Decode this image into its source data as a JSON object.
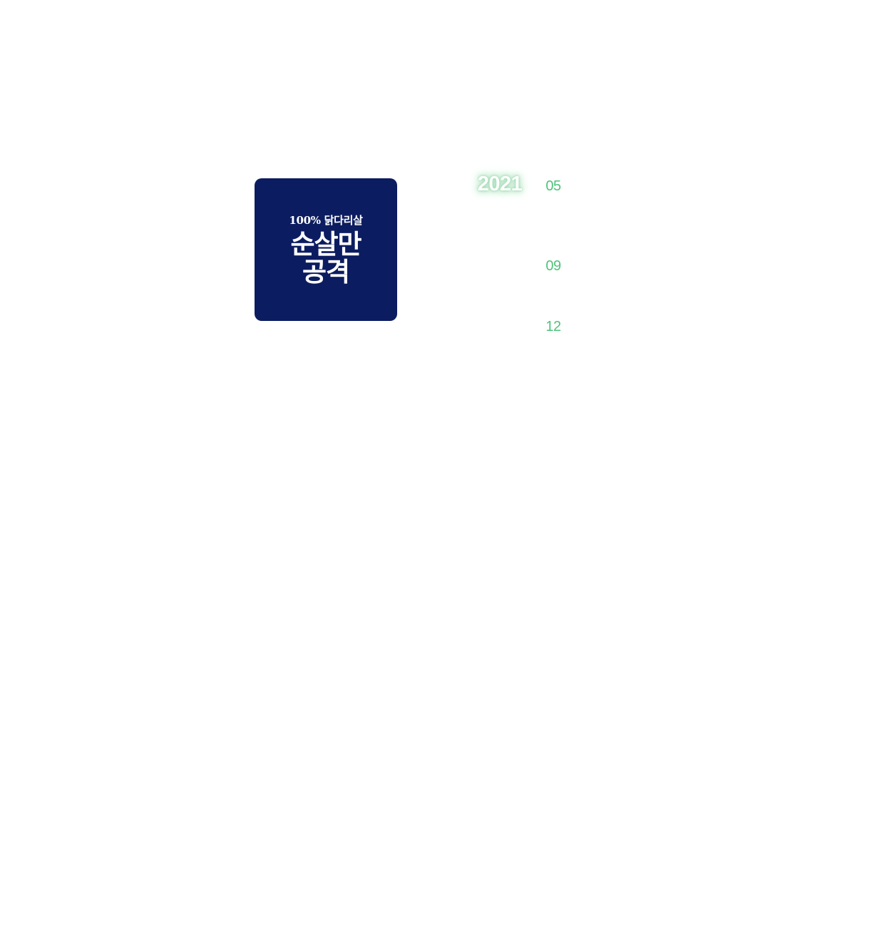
{
  "logo": {
    "subtitle": "100% 닭다리살",
    "line1": "순살만",
    "line2": "공격"
  },
  "timeline": {
    "year": "2021",
    "months": [
      "05",
      "09",
      "12"
    ]
  },
  "colors": {
    "logo_background": "#0c1c60",
    "month_text": "#4fc37b",
    "year_glow": "#9ad9ae"
  }
}
